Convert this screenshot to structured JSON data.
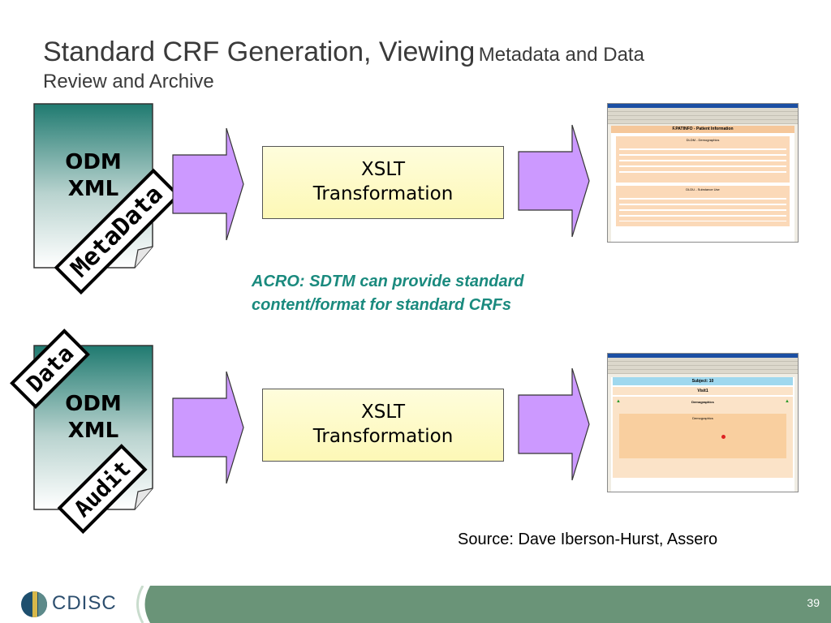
{
  "title": {
    "main": "Standard CRF Generation, Viewing",
    "sub1": "Metadata and Data",
    "sub2": "Review and Archive"
  },
  "top_flow": {
    "document_label_line1": "ODM",
    "document_label_line2": "XML",
    "stamp": "MetaData",
    "transform_line1": "XSLT",
    "transform_line2": "Transformation",
    "screenshot": {
      "header": "F.PATINFO - Patient Information",
      "section1": "DLDM - Demographics",
      "section2": "DLDU - Substance Use"
    }
  },
  "bottom_flow": {
    "document_label_line1": "ODM",
    "document_label_line2": "XML",
    "stamp_data": "Data",
    "stamp_audit": "Audit",
    "transform_line1": "XSLT",
    "transform_line2": "Transformation",
    "screenshot": {
      "header": "Subject: 10",
      "visit": "Visit1",
      "section": "Demographics",
      "inner": "Demographics"
    }
  },
  "note": {
    "line1": "ACRO: SDTM can provide standard",
    "line2": "content/format for standard CRFs"
  },
  "source": "Source: Dave Iberson-Hurst, Assero",
  "footer": {
    "logo_text": "CDISC",
    "page_number": "39"
  },
  "colors": {
    "arrow_fill": "#cc99ff",
    "document_gradient_top": "#1f7a70",
    "note_text": "#1a8a7e",
    "footer_band": "#6a9478",
    "transform_fill": "#fdf8b6"
  }
}
